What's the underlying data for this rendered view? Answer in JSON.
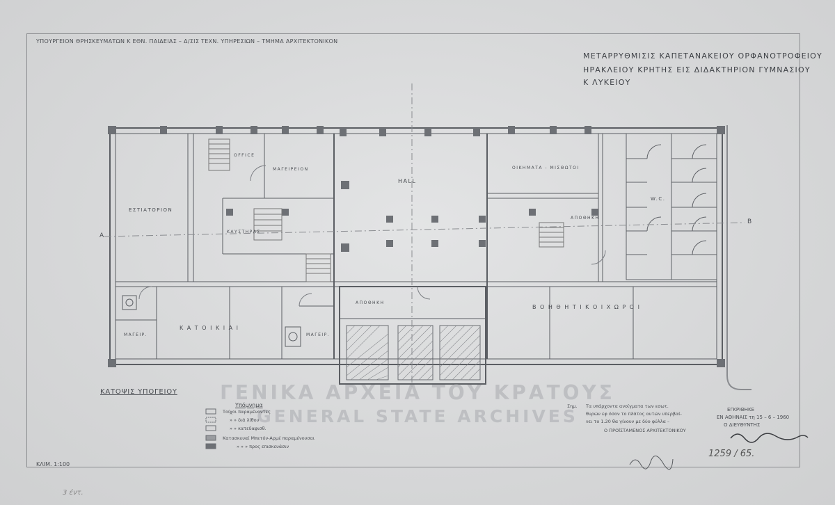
{
  "header": {
    "ministry": "ΥΠΟΥΡΓΕΙΟΝ ΘΡΗΣΚΕΥΜΑΤΩΝ Κ ΕΘΝ. ΠΑΙΔΕΙΑΣ – Δ/ΣΙΣ ΤΕΧΝ. ΥΠΗΡΕΣΙΩΝ – ΤΜΗΜΑ ΑΡΧΙΤΕΚΤΟΝΙΚΟΝ"
  },
  "title": {
    "line1": "ΜΕΤΑΡΡΥΘΜΙΣΙΣ ΚΑΠΕΤΑΝΑΚΕΙΟΥ ΟΡΦΑΝΟΤΡΟΦΕΙΟΥ",
    "line2": "ΗΡΑΚΛΕΙΟΥ ΚΡΗΤΗΣ ΕΙΣ ΔΙΔΑΚΤΗΡΙΟΝ ΓΥΜΝΑΣΙΟΥ",
    "line3": "Κ ΛΥΚΕΙΟΥ"
  },
  "rooms": {
    "hall": "HALL",
    "estiatorion": "ΕΣΤΙΑΤΟΡΙΟΝ",
    "office": "OFFICE",
    "mageireion": "ΜΑΓΕΙΡΕΙΟΝ",
    "wc": "W.C.",
    "apothiki": "ΑΠΟΘΗΚΗ",
    "apothiki2": "ΑΠΟΘΗΚΗ",
    "katoikiai": "Κ Α Τ Ο Ι Κ Ι Α Ι",
    "voithitikoi": "Β Ο Η Θ Η Τ Ι Κ Ο Ι   Χ Ω Ρ Ο Ι",
    "oikiakia": "ΟΙΚΗΜΑΤΑ - ΜΙΣΘΩΤΟΙ",
    "mageir1": "ΜΑΓΕΙΡ.",
    "mageir2": "ΜΑΓΕΙΡ.",
    "kavstiras": "ΚΑΥΣΤΗΡΑΣ",
    "section_a": "Α",
    "section_b": "Β"
  },
  "plan_label": "ΚΑΤΟΨΙΣ ΥΠΟΓΕΙΟΥ",
  "scale": "ΚΛΙΜ. 1:100",
  "legend": {
    "title": "Υπόμνημα",
    "items": [
      "Τοίχοι παραμένοντες",
      "»     »   διά λίθου",
      "»     »   κατεδαφισθ.",
      "Κατασκευαί Μπετόν-Αρμέ παραμένουσαι",
      "»     »     »   προς επισκευάσιν"
    ]
  },
  "note": {
    "heading": "Σημ.",
    "lines": [
      "Τα υπάρχοντα ανοίγματα των εσωτ.",
      "θυρών εφ όσον το πλάτος αυτών υπερβαί-",
      "νει το 1.20 θα γίνουν με δύο φύλλα –"
    ]
  },
  "approval": {
    "label": "ΕΓΚΡΙΘΗΚΕ",
    "date": "ΕΝ ΑΘΗΝΑΙΣ τη 15 – 6 – 1960",
    "role": "Ο ΔΙΕΥΘΥΝΤΗΣ",
    "head": "Ο ΠΡΟΪΣΤΑΜΕΝΟΣ ΑΡΧΙΤΕΚΤΟΝΙΚΟΥ"
  },
  "registry": "1259 / 65.",
  "watermark": {
    "greek": "ΓΕΝΙΚΑ ΑΡΧΕΙΑ ΤΟΥ ΚΡΑΤΟΥΣ",
    "english": "GENERAL STATE ARCHIVES"
  },
  "corner_note": "3 έντ.",
  "colors": {
    "paper": "#d9dadb",
    "ink": "#4a4d52",
    "watermark": "#b4b6ba"
  }
}
